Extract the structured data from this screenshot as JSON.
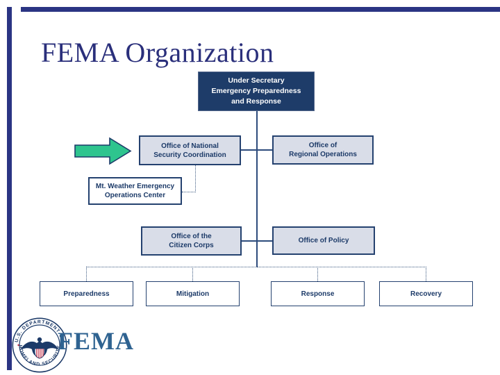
{
  "slide": {
    "title": "FEMA Organization"
  },
  "org_chart": {
    "root": {
      "label": "Under Secretary\nEmergency Preparedness\nand Response"
    },
    "level2": {
      "onsc": {
        "label": "Office of National\nSecurity Coordination",
        "highlighted": true
      },
      "oro": {
        "label": "Office of\nRegional Operations"
      }
    },
    "mt_weather": {
      "label": "Mt. Weather Emergency\nOperations Center"
    },
    "level3": {
      "citizen_corps": {
        "label": "Office of the\nCitizen Corps"
      },
      "policy": {
        "label": "Office of Policy"
      }
    },
    "directorates": [
      {
        "label": "Preparedness"
      },
      {
        "label": "Mitigation"
      },
      {
        "label": "Response"
      },
      {
        "label": "Recovery"
      }
    ]
  },
  "footer": {
    "logo_text": "FEMA",
    "seal_ring_top": "U.S. DEPARTMENT OF",
    "seal_ring_bottom": "HOMELAND SECURITY"
  },
  "icons": {
    "pointer_arrow": "green-arrow-icon",
    "agency_seal": "dhs-seal"
  },
  "colors": {
    "title_text": "#2A2F7B",
    "frame_bar": "#2B3583",
    "box_border": "#24416F",
    "box_text": "#1C3A68",
    "root_box_fill": "#1E3C69",
    "root_box_text": "#FFFFFF",
    "light_box_fill": "#D9DDE8",
    "white_box_fill": "#FFFFFF",
    "connector_line": "#2D4B7C",
    "arrow_fill": "#2EC48E",
    "logo_text_color": "#2F6391",
    "seal_red": "#BF2B45"
  }
}
